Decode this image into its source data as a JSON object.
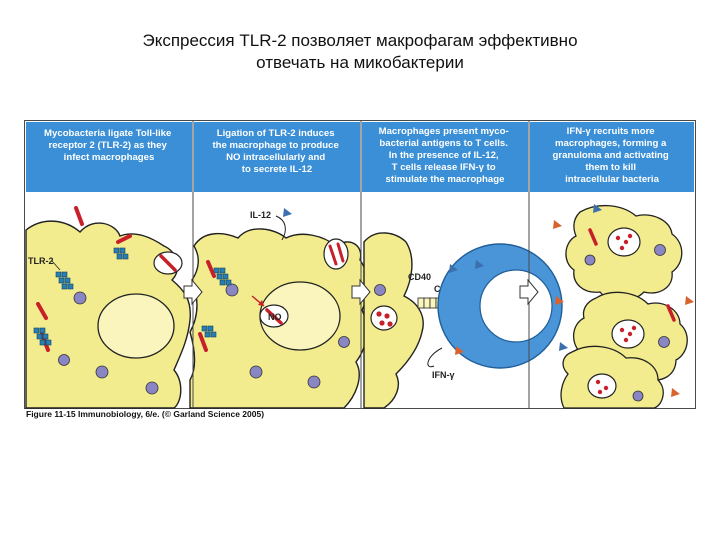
{
  "slide": {
    "title_line1": "Экспрессия TLR-2 позволяет макрофагам эффективно",
    "title_line2": "отвечать на микобактерии"
  },
  "panels": [
    {
      "lines": [
        "Mycobacteria ligate Toll-like",
        "receptor 2 (TLR-2) as they",
        "infect macrophages"
      ]
    },
    {
      "lines": [
        "Ligation of TLR-2 induces",
        "the macrophage to produce",
        "NO intracellularly and",
        "to secrete IL-12"
      ]
    },
    {
      "lines": [
        "Macrophages present myco-",
        "bacterial antigens to T cells.",
        "In the presence of IL-12,",
        "T cells release IFN-γ to",
        "stimulate the macrophage"
      ]
    },
    {
      "lines": [
        "IFN-γ recruits more",
        "macrophages, forming a",
        "granuloma and activating",
        "them to kill",
        "intracellular bacteria"
      ]
    }
  ],
  "labels": {
    "tlr2": "TLR-2",
    "il12": "IL-12",
    "no": "NO",
    "cd40": "CD40",
    "cd40l": "CD40L",
    "ifng": "IFN-γ"
  },
  "credit": "Figure 11-15 Immunobiology, 6/e. (© Garland Science 2005)",
  "colors": {
    "header_blue": "#3a8fd6",
    "cytoplasm": "#f3ec8e",
    "nucleus": "#f9f5bd",
    "tcell": "#4a94d8",
    "bacteria": "#c8202a",
    "receptor": "#2a7fb2",
    "granule": "#8a86c4"
  }
}
